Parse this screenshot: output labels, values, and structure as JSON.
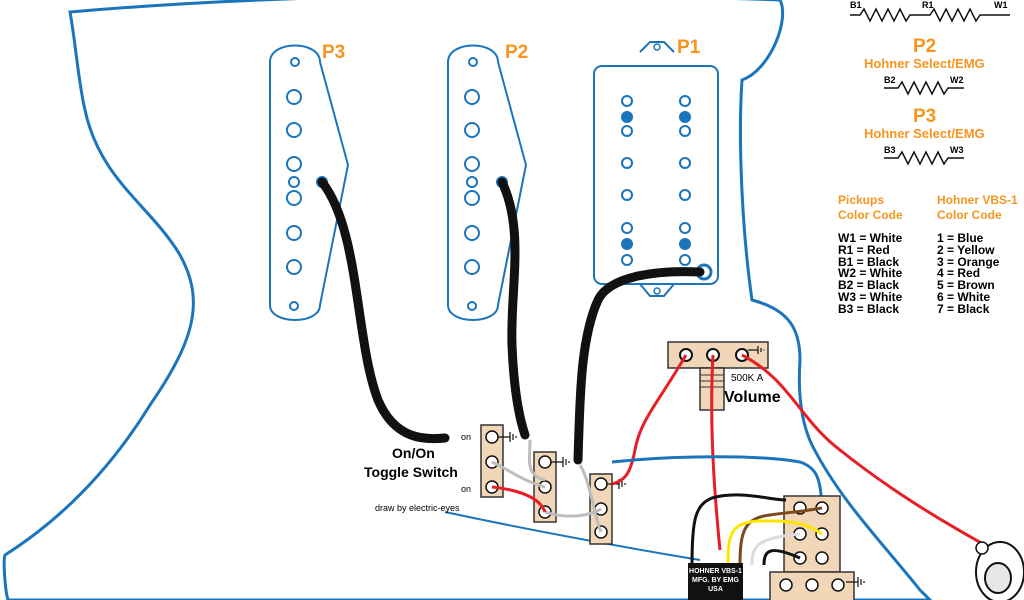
{
  "pickups": {
    "p3": "P3",
    "p2": "P2",
    "p1": "P1"
  },
  "resistors": {
    "r1": {
      "left": "B1",
      "mid": "R1",
      "right": "W1"
    },
    "r2": {
      "title": "P2",
      "subtitle": "Hohner Select/EMG",
      "left": "B2",
      "right": "W2"
    },
    "r3": {
      "title": "P3",
      "subtitle": "Hohner Select/EMG",
      "left": "B3",
      "right": "W3"
    }
  },
  "legend": {
    "pickups_title": [
      "Pickups",
      "Color Code"
    ],
    "pickups_items": [
      "W1 = White",
      "R1 = Red",
      "B1 = Black",
      "W2 = White",
      "B2 = Black",
      "W3 = White",
      "B3 = Black"
    ],
    "vbs_title": [
      "Hohner VBS-1",
      "Color Code"
    ],
    "vbs_items": [
      "1 = Blue",
      "2 = Yellow",
      "3 = Orange",
      "4 = Red",
      "5 = Brown",
      "6 = White",
      "7 = Black"
    ]
  },
  "toggle": {
    "title": "On/On",
    "subtitle": "Toggle Switch",
    "on_top": "on",
    "on_bottom": "on"
  },
  "volume": {
    "value": "500K A",
    "label": "Volume"
  },
  "credit": "draw by electric-eyes",
  "module": [
    "HOHNER VBS-1",
    "MFG. BY EMG",
    "USA"
  ],
  "colors": {
    "outline": "#1b75bc",
    "accent": "#f7941d",
    "wire_red": "#e61e25",
    "wire_blue": "#1b75bc",
    "wire_black": "#111111",
    "wire_yellow": "#ffe600",
    "wire_brown": "#7b4a1e",
    "wire_gray": "#bdbdbd",
    "lug": "#f2d6b8"
  }
}
